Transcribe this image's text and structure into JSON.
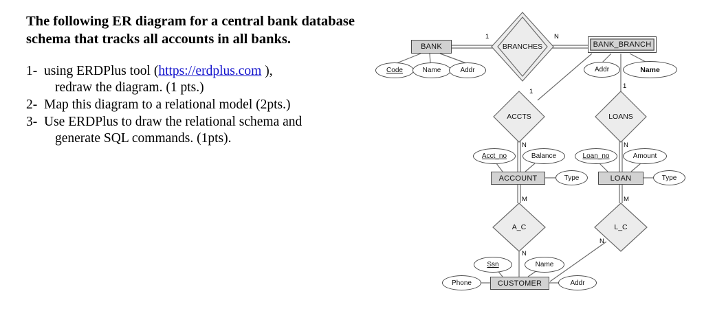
{
  "document": {
    "heading": "The following ER diagram for a central bank database schema that tracks all accounts in all banks.",
    "tasks": [
      {
        "number": "1-",
        "text_before_link": "using ERDPlus tool (",
        "link_text": "https://erdplus.com",
        "text_after_link": " ),",
        "line2": "redraw the diagram. (1 pts.)"
      },
      {
        "number": "2-",
        "text_before_link": "Map this diagram to a relational model (2pts.)",
        "link_text": "",
        "text_after_link": "",
        "line2": ""
      },
      {
        "number": "3-",
        "text_before_link": "Use ERDPlus to draw the relational  schema and",
        "link_text": "",
        "text_after_link": "",
        "line2": "generate SQL commands. (1pts)."
      }
    ]
  },
  "er_diagram": {
    "title": "Central bank database ER diagram",
    "colors": {
      "entity_fill": "#d2d2d2",
      "relationship_fill": "#ececec",
      "attribute_fill": "#ffffff",
      "stroke": "#4a4a4a",
      "link": "#1111cc"
    },
    "entities": [
      {
        "id": "bank",
        "label": "BANK",
        "weak": false
      },
      {
        "id": "bank_branch",
        "label": "BANK_BRANCH",
        "weak": true
      },
      {
        "id": "account",
        "label": "ACCOUNT",
        "weak": false
      },
      {
        "id": "loan",
        "label": "LOAN",
        "weak": false
      },
      {
        "id": "customer",
        "label": "CUSTOMER",
        "weak": false
      }
    ],
    "relationships": [
      {
        "id": "branches",
        "label": "BRANCHES",
        "identifying": true,
        "cardinality_left": "1",
        "cardinality_right": "N"
      },
      {
        "id": "accts",
        "label": "ACCTS",
        "identifying": false,
        "cardinality_top": "1",
        "cardinality_bottom": "N"
      },
      {
        "id": "loans",
        "label": "LOANS",
        "identifying": false,
        "cardinality_top": "1",
        "cardinality_bottom": "N"
      },
      {
        "id": "a_c",
        "label": "A_C",
        "identifying": false,
        "cardinality_top": "M",
        "cardinality_bottom": "N"
      },
      {
        "id": "l_c",
        "label": "L_C",
        "identifying": false,
        "cardinality_top": "M",
        "cardinality_bottom": "N"
      }
    ],
    "attributes": [
      {
        "id": "bank_code",
        "label": "Code",
        "owner": "BANK",
        "key": true,
        "partial": false
      },
      {
        "id": "bank_name",
        "label": "Name",
        "owner": "BANK",
        "key": false,
        "partial": false
      },
      {
        "id": "bank_addr",
        "label": "Addr",
        "owner": "BANK",
        "key": false,
        "partial": false
      },
      {
        "id": "branch_addr",
        "label": "Addr",
        "owner": "BANK_BRANCH",
        "key": false,
        "partial": false
      },
      {
        "id": "branch_name",
        "label": "Name",
        "owner": "BANK_BRANCH",
        "key": false,
        "partial": true
      },
      {
        "id": "acct_no",
        "label": "Acct_no",
        "owner": "ACCOUNT",
        "key": true,
        "partial": false
      },
      {
        "id": "acct_balance",
        "label": "Balance",
        "owner": "ACCOUNT",
        "key": false,
        "partial": false
      },
      {
        "id": "acct_type",
        "label": "Type",
        "owner": "ACCOUNT",
        "key": false,
        "partial": false
      },
      {
        "id": "loan_no",
        "label": "Loan_no",
        "owner": "LOAN",
        "key": true,
        "partial": false
      },
      {
        "id": "loan_amount",
        "label": "Amount",
        "owner": "LOAN",
        "key": false,
        "partial": false
      },
      {
        "id": "loan_type",
        "label": "Type",
        "owner": "LOAN",
        "key": false,
        "partial": false
      },
      {
        "id": "cust_ssn",
        "label": "Ssn",
        "owner": "CUSTOMER",
        "key": true,
        "partial": false
      },
      {
        "id": "cust_name",
        "label": "Name",
        "owner": "CUSTOMER",
        "key": false,
        "partial": false
      },
      {
        "id": "cust_phone",
        "label": "Phone",
        "owner": "CUSTOMER",
        "key": false,
        "partial": false
      },
      {
        "id": "cust_addr",
        "label": "Addr",
        "owner": "CUSTOMER",
        "key": false,
        "partial": false
      }
    ],
    "cardinality_labels": {
      "bank_branches": "1",
      "branches_bankbranch": "N",
      "bankbranch_accts": "1",
      "accts_account": "N",
      "bankbranch_loans": "1",
      "loans_loan": "N",
      "account_ac": "M",
      "ac_customer": "N",
      "loan_lc": "M",
      "lc_customer": "N"
    }
  }
}
